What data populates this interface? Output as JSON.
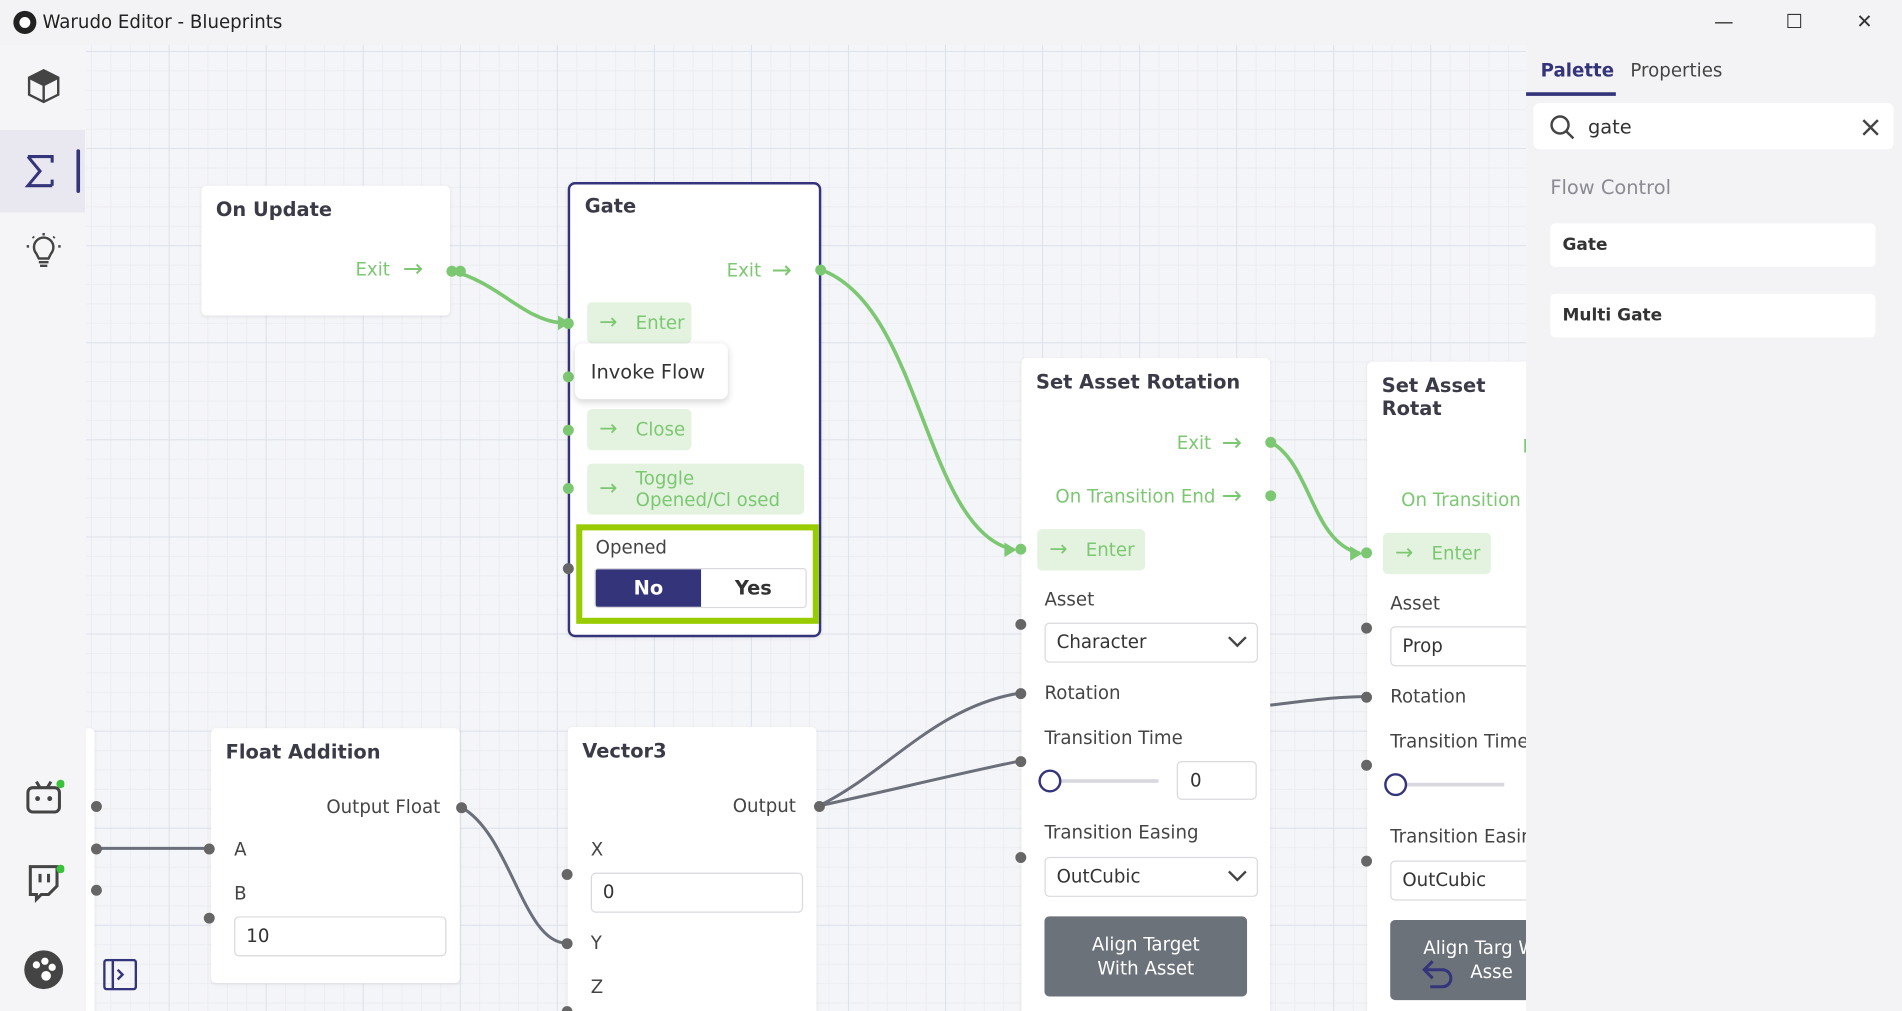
{
  "window": {
    "title": "Warudo Editor - Blueprints",
    "minimize": "—",
    "maximize": "☐",
    "close": "✕"
  },
  "sidebar": {
    "icons": [
      "cube-icon",
      "sigma-icon",
      "lightbulb-icon",
      "bot-icon",
      "twitch-icon",
      "logo-icon"
    ]
  },
  "palette": {
    "tabs": [
      "Palette",
      "Properties"
    ],
    "active_tab": "Palette",
    "search_value": "gate",
    "category": "Flow Control",
    "items": [
      "Gate",
      "Multi Gate"
    ]
  },
  "nodes": {
    "on_update": {
      "title": "On Update",
      "exit": "Exit"
    },
    "gate": {
      "title": "Gate",
      "exit": "Exit",
      "enter": "Enter",
      "tooltip": "Invoke Flow",
      "close": "Close",
      "toggle": "Toggle Opened/Cl osed",
      "opened_label": "Opened",
      "no": "No",
      "yes": "Yes"
    },
    "set_rot_1": {
      "title": "Set Asset Rotation",
      "exit": "Exit",
      "on_transition_end": "On Transition End",
      "enter": "Enter",
      "asset_label": "Asset",
      "asset_value": "Character",
      "rotation": "Rotation",
      "transition_time": "Transition Time",
      "time_value": "0",
      "transition_easing": "Transition Easing",
      "easing_value": "OutCubic",
      "align_button": "Align Target With Asset"
    },
    "set_rot_2": {
      "title": "Set Asset Rotat",
      "exit": "I",
      "on_transition_end": "On Transition I",
      "enter": "Enter",
      "asset_label": "Asset",
      "asset_value": "Prop",
      "rotation": "Rotation",
      "transition_time": "Transition Time",
      "transition_easing": "Transition Easin",
      "easing_value": "OutCubic",
      "align_button": "Align Targ With Asse"
    },
    "float_addition": {
      "title": "Float Addition",
      "output": "Output Float",
      "a": "A",
      "b": "B",
      "b_value": "10"
    },
    "vector3": {
      "title": "Vector3",
      "output": "Output",
      "x": "X",
      "x_value": "0",
      "y": "Y",
      "z": "Z"
    }
  },
  "colors": {
    "accent": "#34347a",
    "flow": "#7cc771",
    "highlight": "#99cc00",
    "data_wire": "#6b6f7a"
  }
}
